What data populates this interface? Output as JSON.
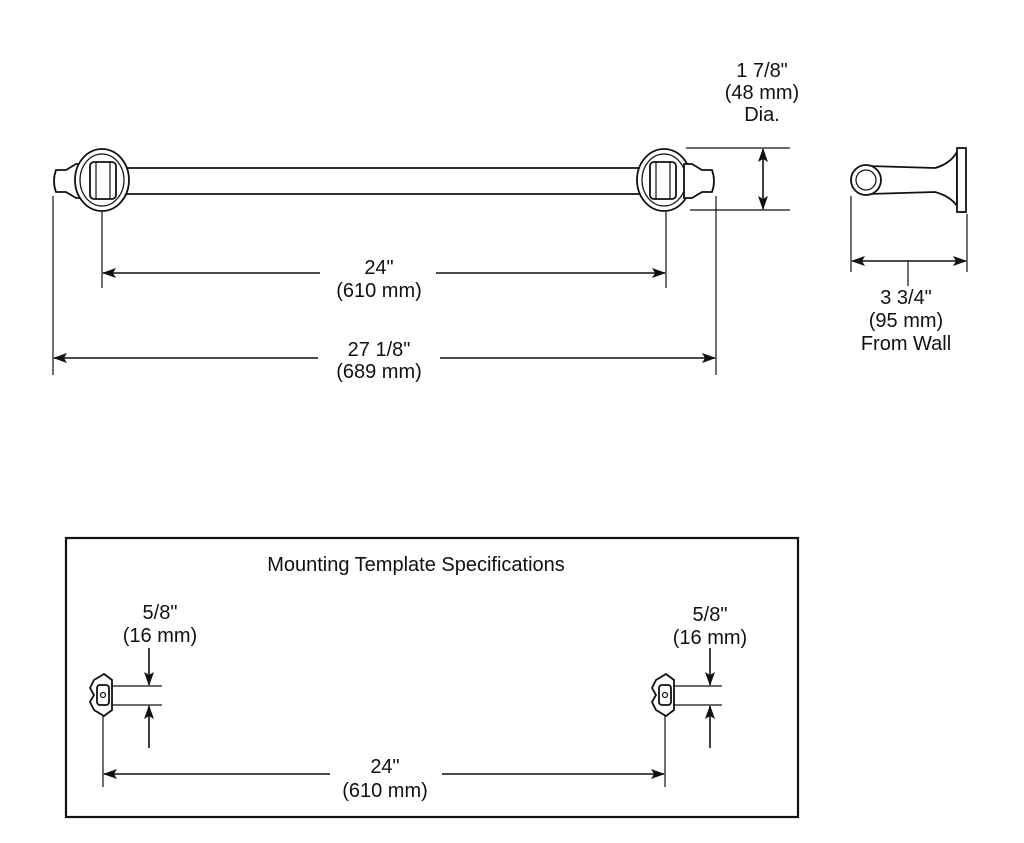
{
  "front_view": {
    "inner_span": {
      "imperial": "24\"",
      "metric": "(610 mm)"
    },
    "overall_length": {
      "imperial": "27 1/8\"",
      "metric": "(689 mm)"
    },
    "flange_diameter": {
      "imperial": "1 7/8\"",
      "metric": "(48 mm)",
      "note": "Dia."
    }
  },
  "side_view": {
    "projection": {
      "imperial": "3 3/4\"",
      "metric": "(95 mm)",
      "note": "From Wall"
    }
  },
  "mounting_template": {
    "title": "Mounting Template Specifications",
    "left_bracket": {
      "imperial": "5/8\"",
      "metric": "(16 mm)"
    },
    "right_bracket": {
      "imperial": "5/8\"",
      "metric": "(16 mm)"
    },
    "center_span": {
      "imperial": "24\"",
      "metric": "(610 mm)"
    }
  }
}
